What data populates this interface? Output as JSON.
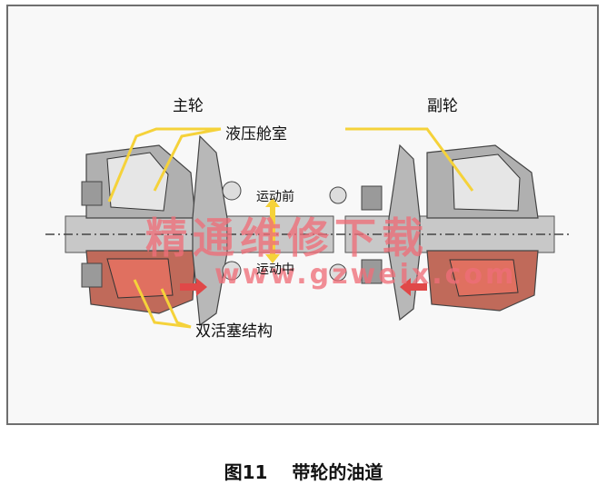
{
  "figure": {
    "labels": {
      "primary_pulley": "主轮",
      "secondary_pulley": "副轮",
      "hydraulic_chamber": "液压舱室",
      "before_motion": "运动前",
      "during_motion": "运动中",
      "dual_piston": "双活塞结构"
    },
    "watermark": {
      "text": "精通维修下载",
      "url": "www.gzweix.com"
    },
    "caption": {
      "number": "图11",
      "title": "带轮的油道"
    },
    "colors": {
      "hydraulic_chamber": "#f5d23a",
      "oil_passage": "#d95a45",
      "arrow": "#e04848",
      "metal": "#b5b5b5"
    }
  }
}
